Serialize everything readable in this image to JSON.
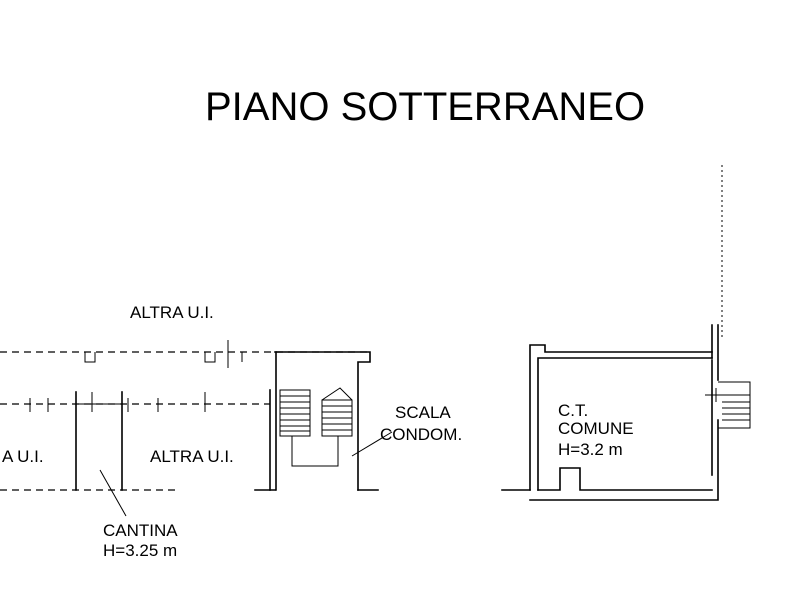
{
  "drawing": {
    "title": "PIANO SOTTERRANEO"
  },
  "rooms": {
    "altra_ui_top": "ALTRA U.I.",
    "altra_ui_left_partial": "A U.I.",
    "altra_ui_middle": "ALTRA U.I.",
    "scala_line1": "SCALA",
    "scala_line2": "CONDOM.",
    "ct_line1": "C.T.",
    "ct_line2": "COMUNE",
    "ct_line3": "H=3.2 m",
    "cantina_line1": "CANTINA",
    "cantina_line2": "H=3.25 m"
  }
}
